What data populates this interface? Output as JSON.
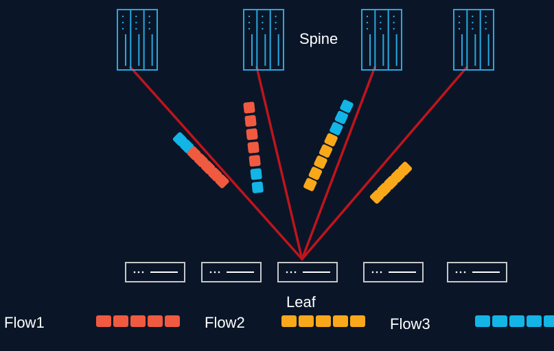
{
  "labels": {
    "spine": "Spine",
    "leaf": "Leaf"
  },
  "legend": [
    {
      "label": "Flow1",
      "color": "#f05a40"
    },
    {
      "label": "Flow2",
      "color": "#f9a81a"
    },
    {
      "label": "Flow3",
      "color": "#13b4e6"
    }
  ],
  "colors": {
    "background": "#0a1628",
    "device_outline": "#29a8e0",
    "leaf_outline": "#c8c8c8",
    "link": "#c0141c"
  },
  "spine_switches": [
    {
      "id": "spine-1"
    },
    {
      "id": "spine-2"
    },
    {
      "id": "spine-3"
    },
    {
      "id": "spine-4"
    }
  ],
  "leaf_switches": [
    {
      "id": "leaf-1"
    },
    {
      "id": "leaf-2"
    },
    {
      "id": "leaf-3"
    },
    {
      "id": "leaf-4"
    },
    {
      "id": "leaf-5"
    }
  ],
  "link_flows": [
    {
      "link": "spine-1",
      "packets": [
        "Flow3",
        "Flow3",
        "Flow1",
        "Flow1",
        "Flow1",
        "Flow1",
        "Flow1"
      ]
    },
    {
      "link": "spine-2",
      "packets": [
        "Flow1",
        "Flow1",
        "Flow1",
        "Flow1",
        "Flow1",
        "Flow3",
        "Flow3"
      ]
    },
    {
      "link": "spine-3",
      "packets": [
        "Flow3",
        "Flow3",
        "Flow3",
        "Flow2",
        "Flow2",
        "Flow2",
        "Flow2",
        "Flow2"
      ]
    },
    {
      "link": "spine-4",
      "packets": [
        "Flow2",
        "Flow2",
        "Flow2",
        "Flow2",
        "Flow2"
      ]
    }
  ]
}
